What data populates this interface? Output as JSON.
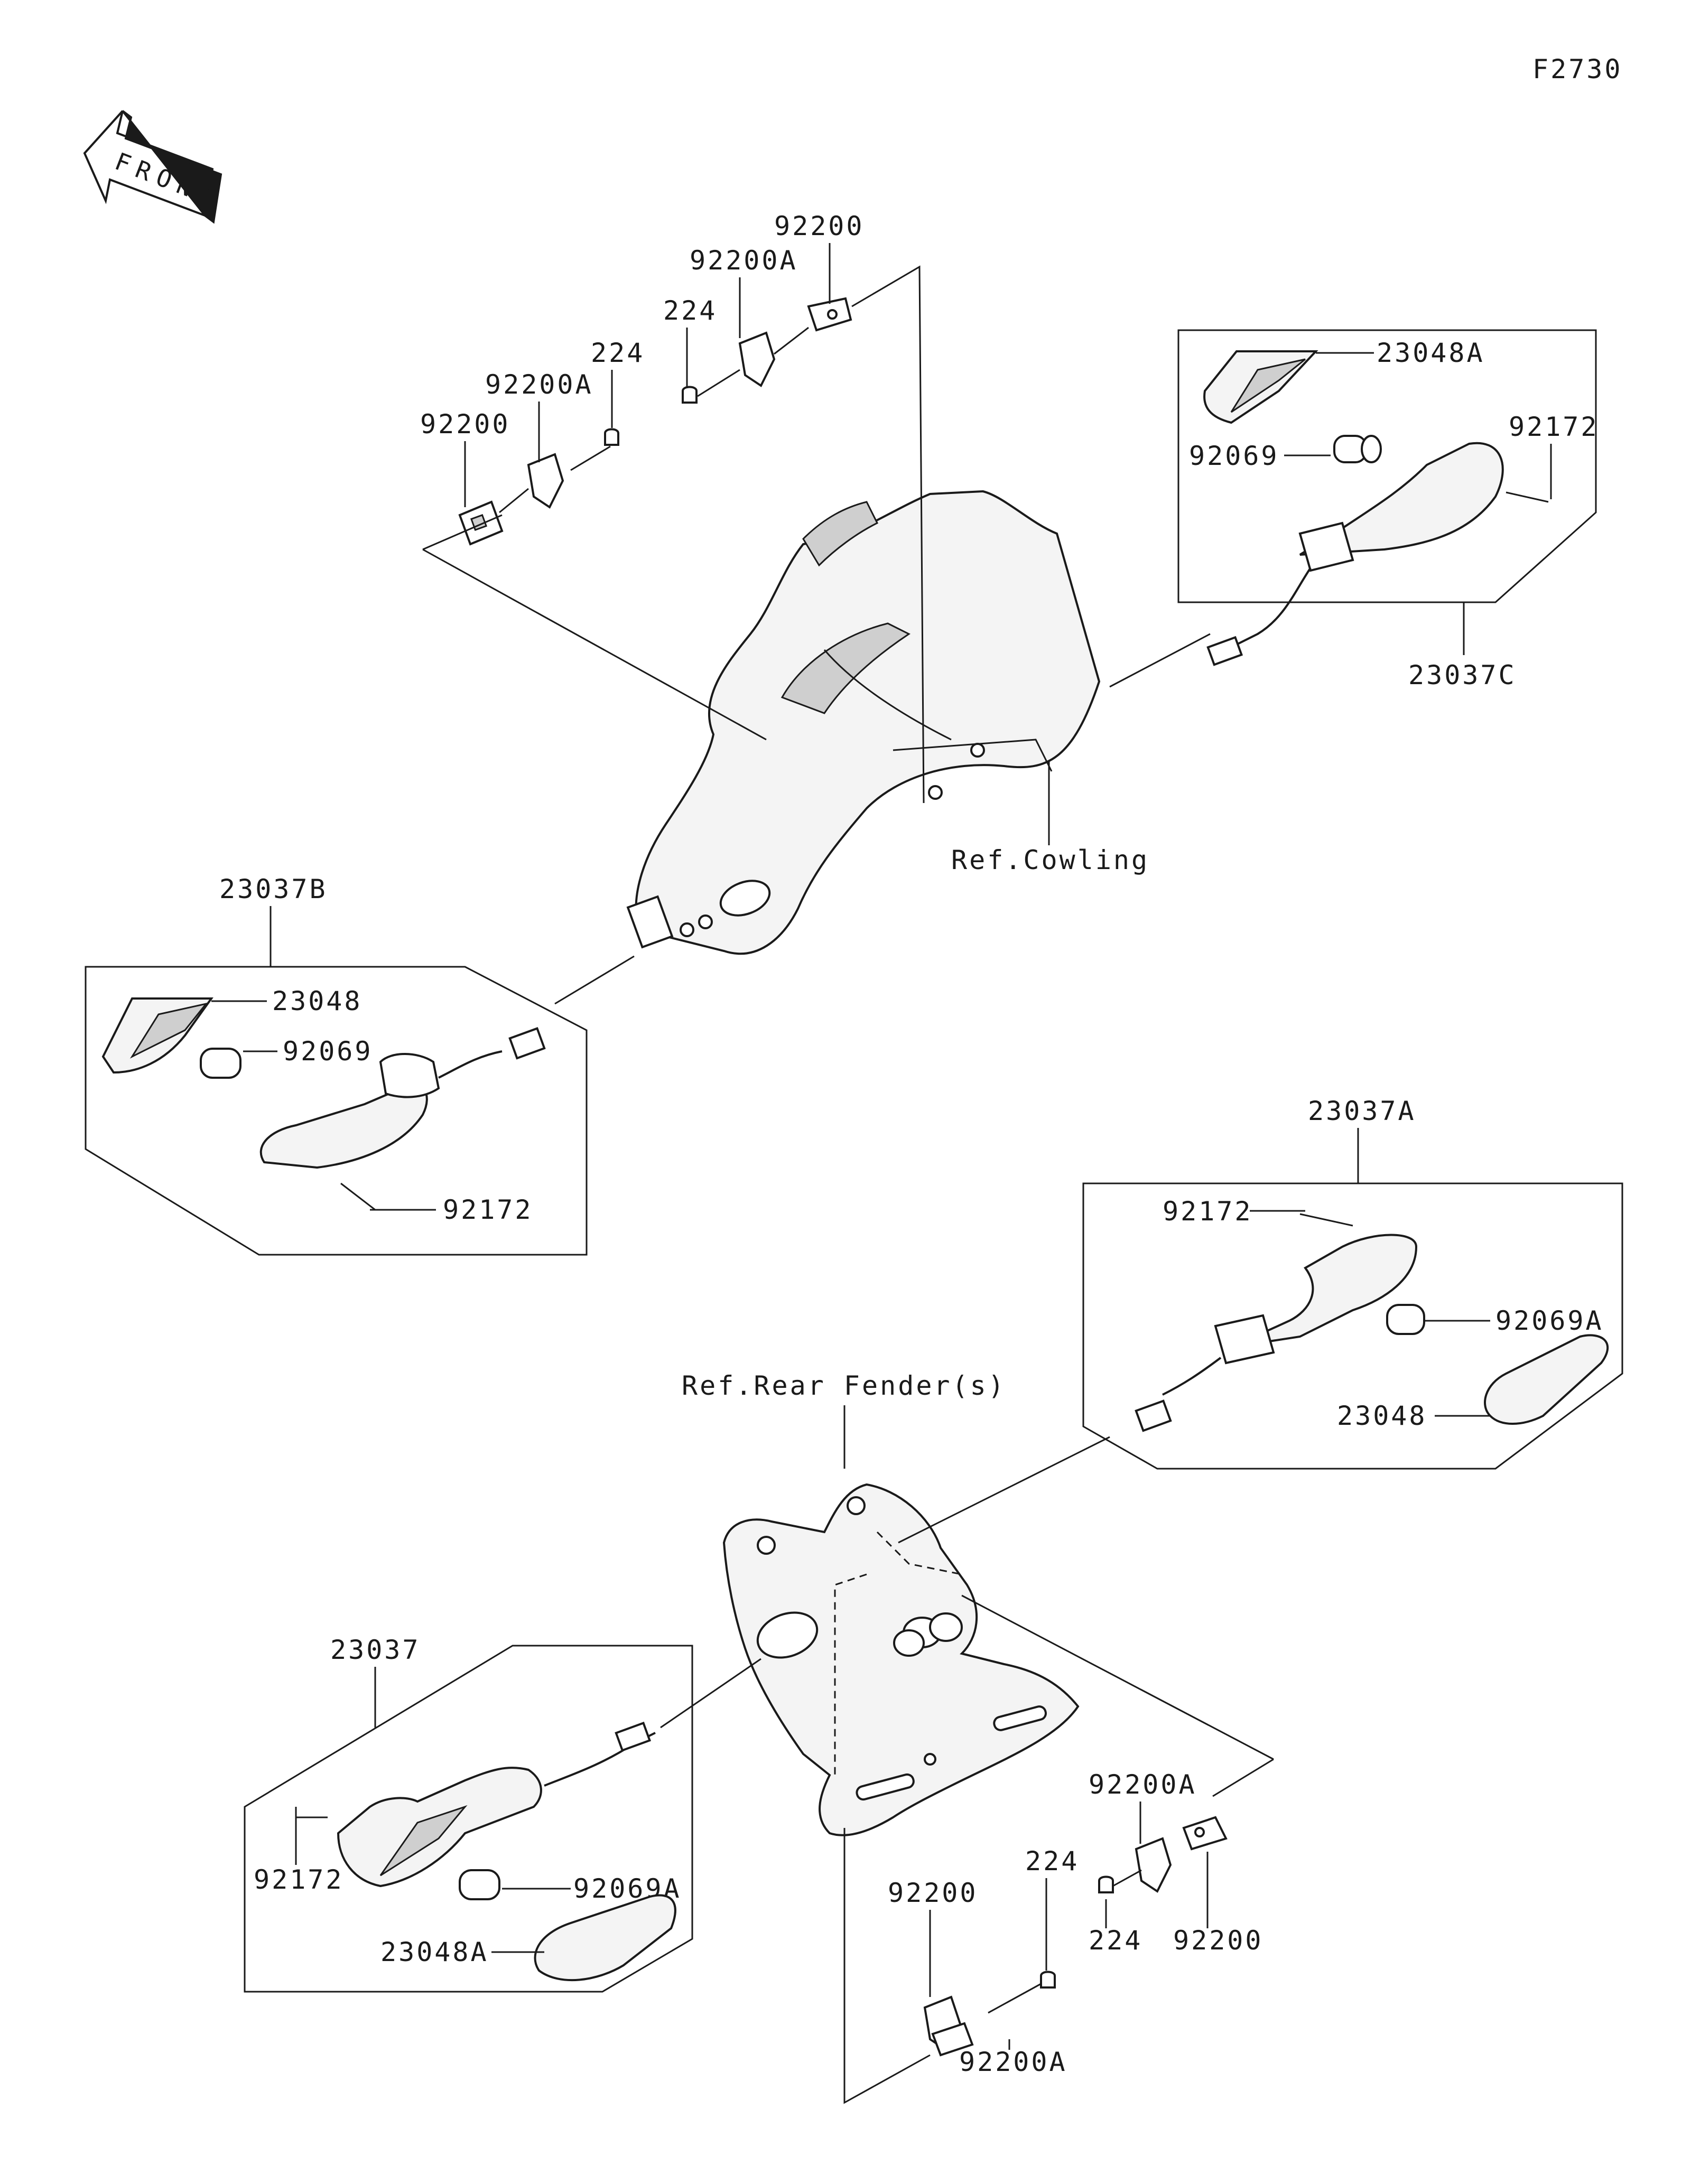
{
  "figure_code": "F2730",
  "front_label": "FRONT",
  "ref_labels": {
    "cowling": "Ref.Cowling",
    "rear_fender": "Ref.Rear Fender(s)"
  },
  "assemblies": {
    "front_right": "23037C",
    "front_left": "23037B",
    "rear_right": "23037A",
    "rear_left": "23037"
  },
  "callouts": {
    "c01": "92200",
    "c02": "92200A",
    "c03": "224",
    "c04": "92200A",
    "c05": "92200",
    "c06": "224",
    "c07": "23048A",
    "c08": "92069",
    "c09": "92172",
    "c10": "23048",
    "c11": "92069",
    "c12": "92172",
    "c13": "92172",
    "c14": "92069A",
    "c15": "23048",
    "c16": "92172",
    "c17": "92069A",
    "c18": "23048A",
    "c19": "224",
    "c20": "92200",
    "c21": "92200A",
    "c22": "92200A",
    "c23": "224",
    "c24": "92200"
  }
}
